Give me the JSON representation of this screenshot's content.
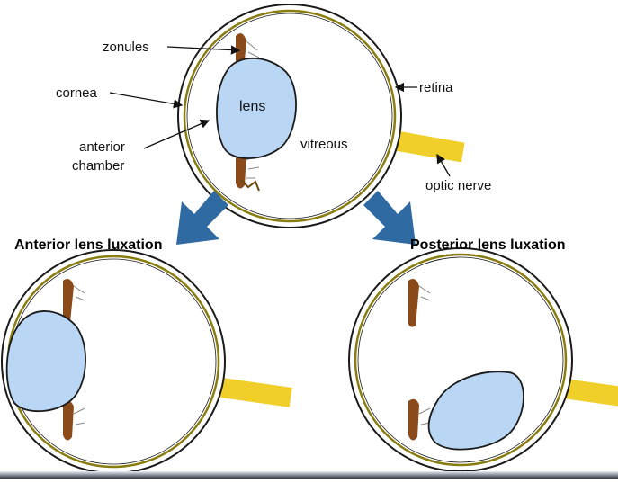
{
  "labels": {
    "zonules": "zonules",
    "cornea": "cornea",
    "lens": "lens",
    "retina": "retina",
    "anterior": "anterior",
    "chamber": "chamber",
    "vitreous": "vitreous",
    "optic_nerve": "optic nerve"
  },
  "titles": {
    "anterior": "Anterior lens luxation",
    "posterior": "Posterior lens luxation"
  },
  "colors": {
    "lens_fill": "#b9d7f5",
    "lens_stroke": "#1a1a1a",
    "retina": "#8a7d10",
    "optic_nerve": "#f1cf2a",
    "iris": "#8a4a1a",
    "arrow": "#2f6aa3"
  },
  "icons": [
    "down-left-arrow-icon",
    "down-right-arrow-icon"
  ]
}
